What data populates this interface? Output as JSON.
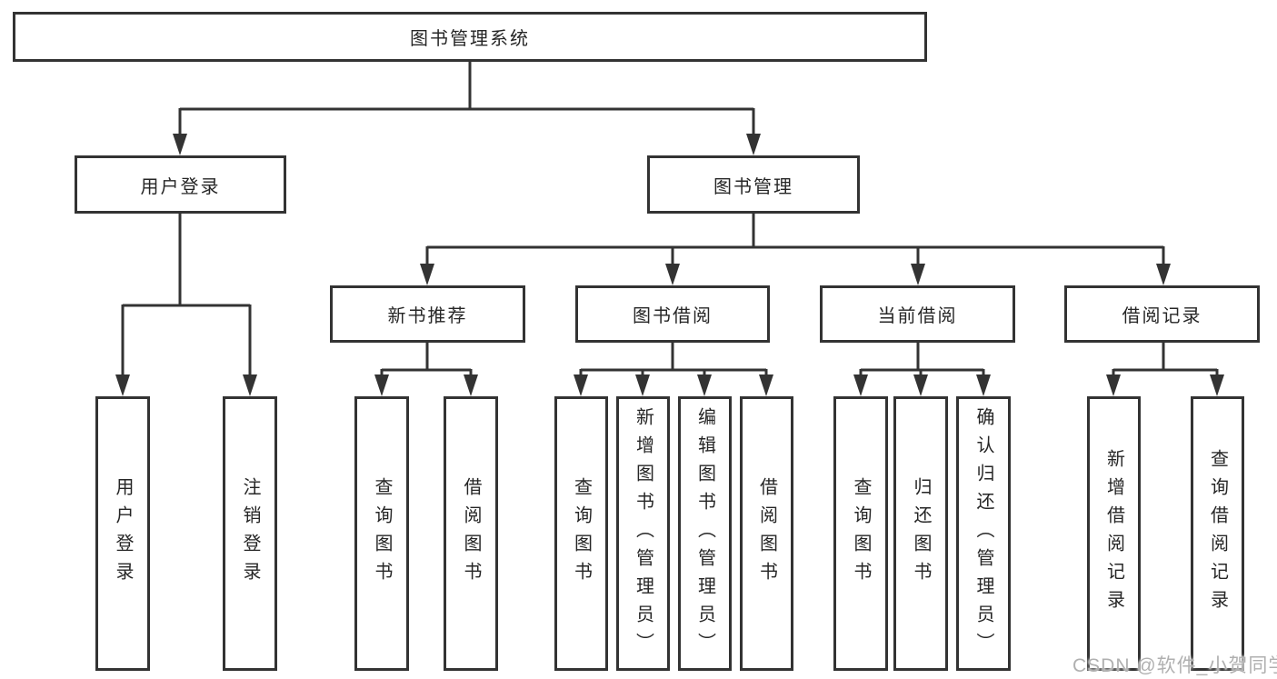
{
  "root": {
    "label": "图书管理系统"
  },
  "level2": {
    "user_login": {
      "label": "用户登录"
    },
    "book_mgmt": {
      "label": "图书管理"
    }
  },
  "level3": {
    "new_books": {
      "label": "新书推荐"
    },
    "book_borrow": {
      "label": "图书借阅"
    },
    "current_borrow": {
      "label": "当前借阅"
    },
    "borrow_records": {
      "label": "借阅记录"
    }
  },
  "leaves": {
    "user_login": {
      "label": "用户登录"
    },
    "logout": {
      "label": "注销登录"
    },
    "query_books_recommend": {
      "label": "查询图书"
    },
    "borrow_books_recommend": {
      "label": "借阅图书"
    },
    "query_books_borrow": {
      "label": "查询图书"
    },
    "add_books_admin": {
      "label": "新增图书（管理员）"
    },
    "edit_books_admin": {
      "label": "编辑图书（管理员）"
    },
    "borrow_books_borrow": {
      "label": "借阅图书"
    },
    "query_books_current": {
      "label": "查询图书"
    },
    "return_books": {
      "label": "归还图书"
    },
    "confirm_return_admin": {
      "label": "确认归还（管理员）"
    },
    "add_borrow_record": {
      "label": "新增借阅记录"
    },
    "query_borrow_record": {
      "label": "查询借阅记录"
    }
  },
  "watermark": {
    "label": "CSDN @软件_小贺同学"
  },
  "colors": {
    "line": "#333333",
    "text": "#262626",
    "background": "#ffffff",
    "watermark": "#b0b0b0"
  }
}
